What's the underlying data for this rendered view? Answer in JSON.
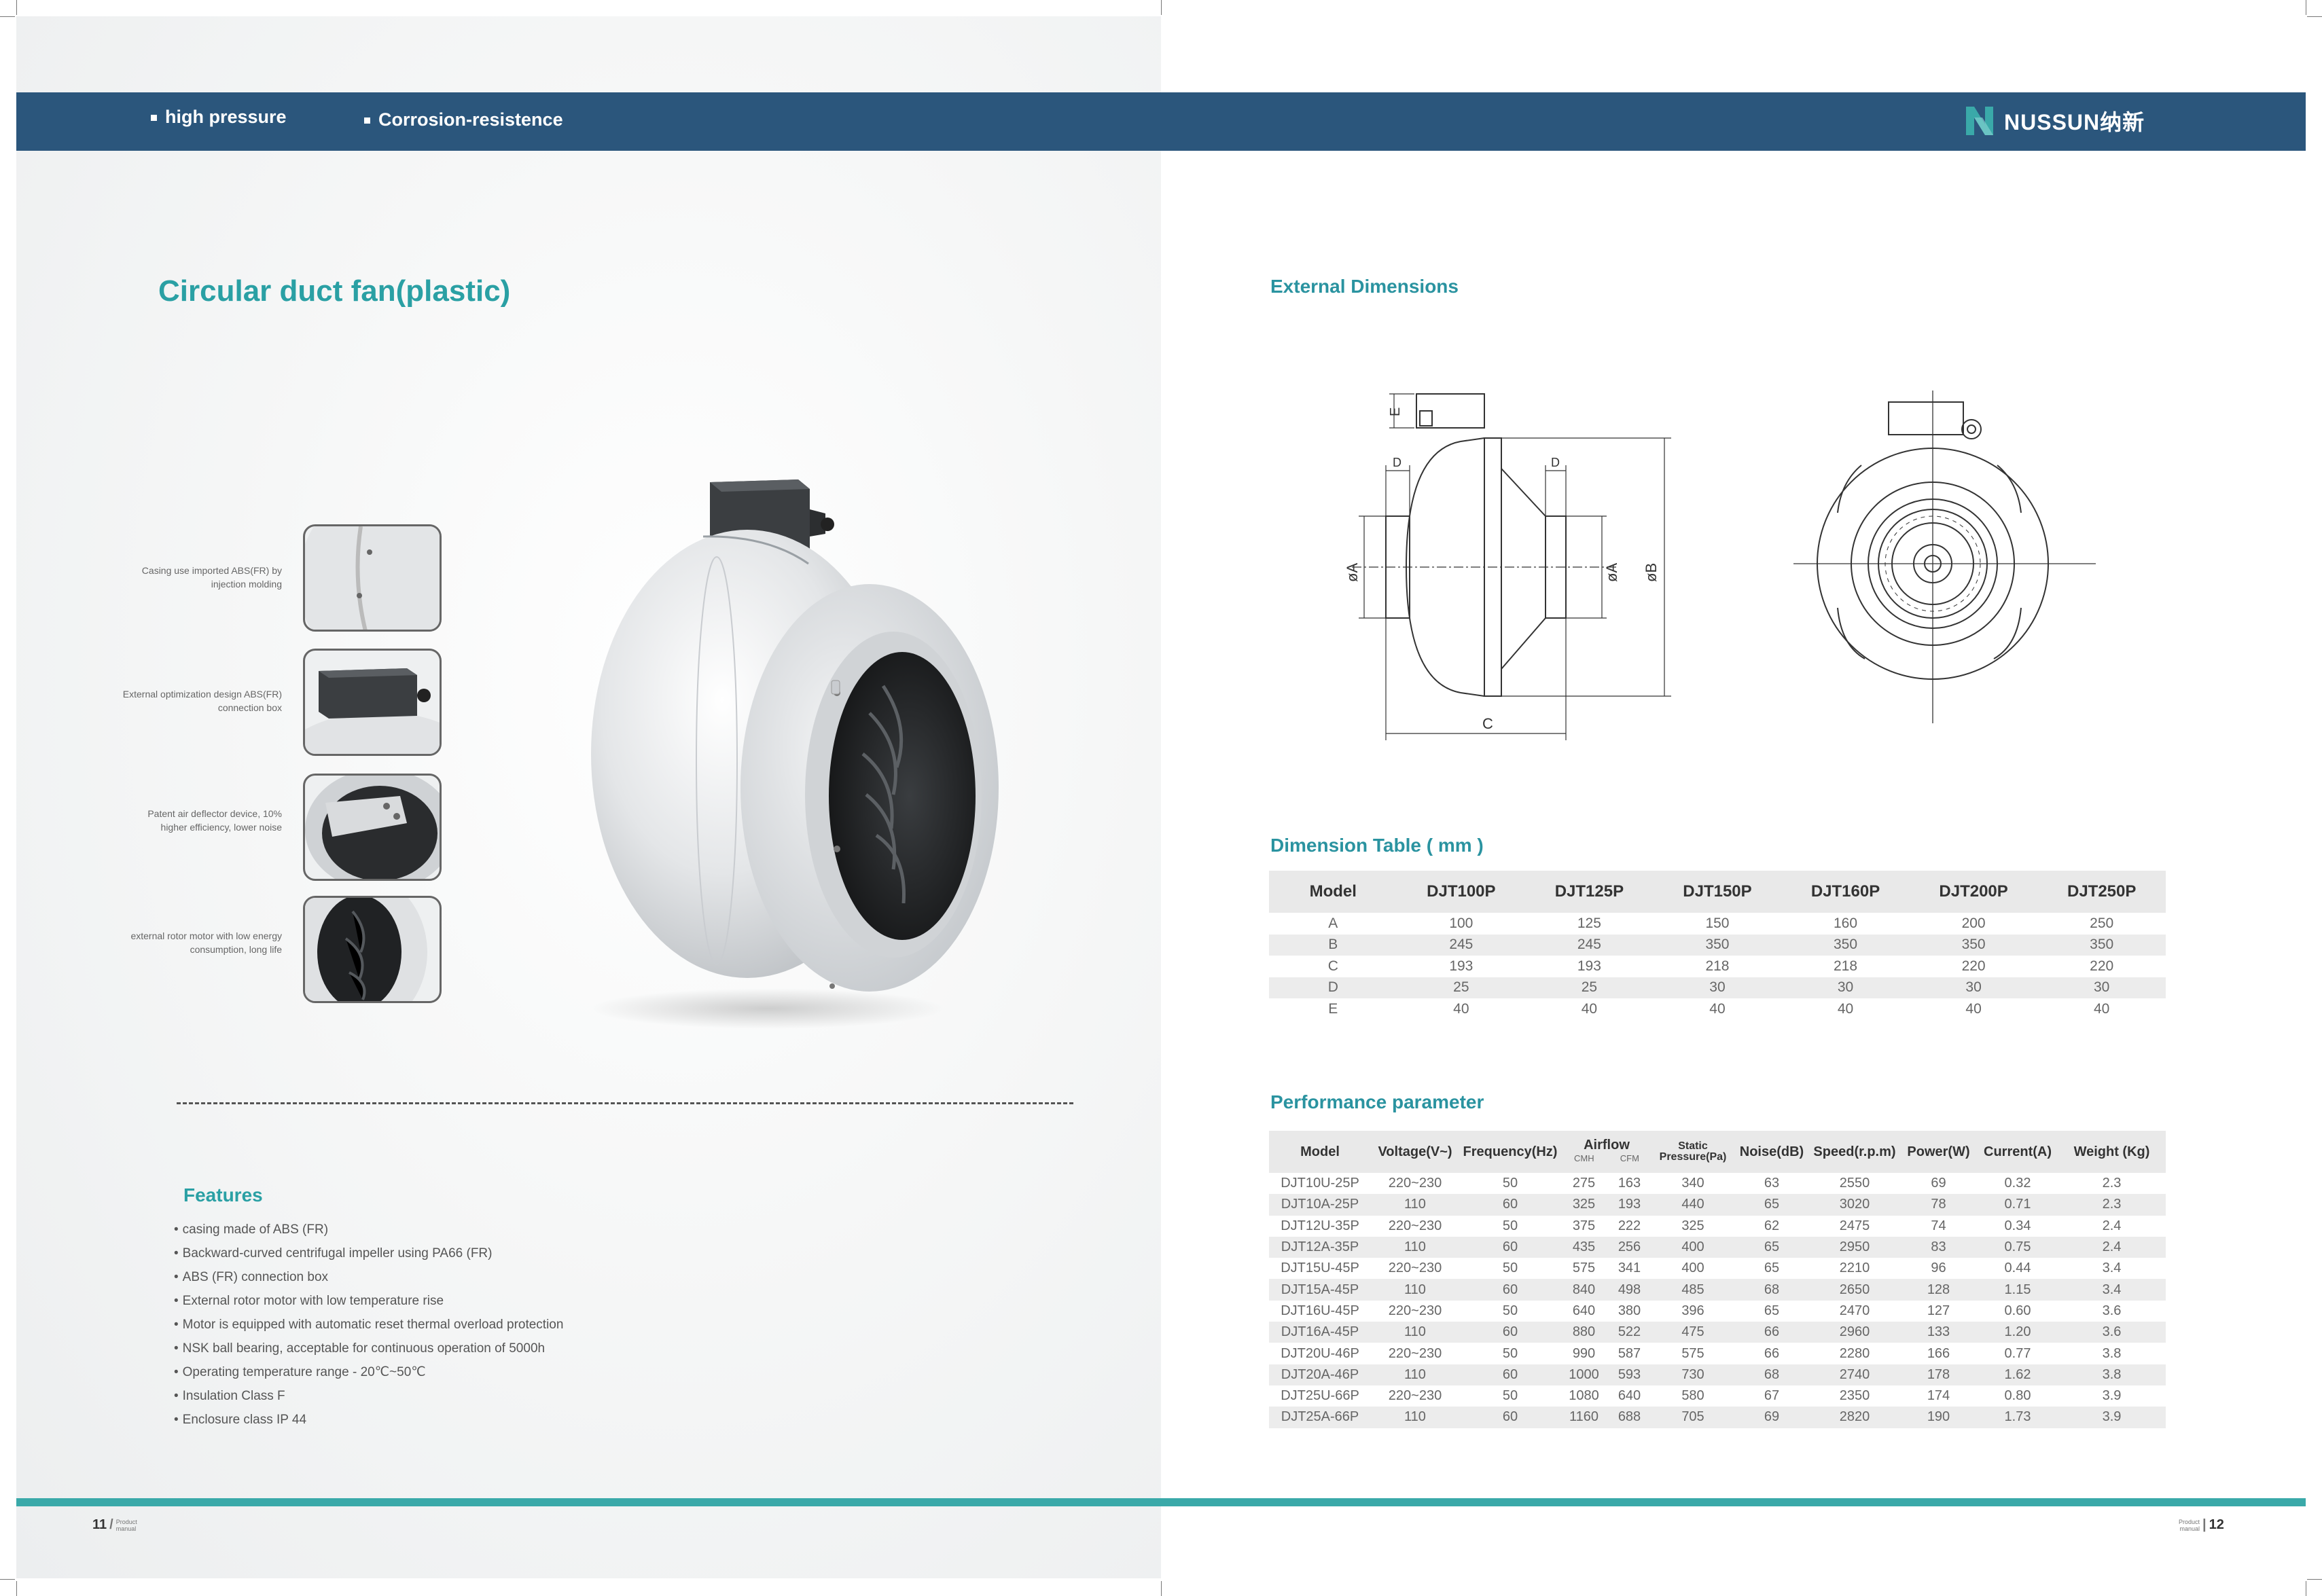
{
  "header": {
    "tags": [
      "high pressure",
      "Corrosion-resistence"
    ],
    "brand": "NUSSUN纳新"
  },
  "left_page": {
    "title": "Circular duct fan(plastic)",
    "callouts": [
      "Casing use imported ABS(FR) by injection molding",
      "External optimization design ABS(FR) connection box",
      "Patent air deflector device, 10% higher efficiency, lower noise",
      "external rotor motor with low energy consumption, long life"
    ],
    "features_heading": "Features",
    "features": [
      "casing made of ABS (FR)",
      "Backward-curved centrifugal impeller using PA66 (FR)",
      "ABS (FR) connection box",
      "External rotor motor with low temperature rise",
      "Motor is equipped with automatic reset thermal overload protection",
      "NSK ball bearing, acceptable for continuous operation of 5000h",
      "Operating temperature range - 20℃~50℃",
      "Insulation Class F",
      "Enclosure class IP 44"
    ],
    "page_number": "11",
    "page_label": "Product manual"
  },
  "right_page": {
    "external_heading": "External Dimensions",
    "drawing_labels": {
      "e": "E",
      "d": "D",
      "a": "øA",
      "b": "øB",
      "c": "C"
    },
    "dimension_heading": "Dimension Table ( mm )",
    "dimension_table": {
      "headers": [
        "Model",
        "DJT100P",
        "DJT125P",
        "DJT150P",
        "DJT160P",
        "DJT200P",
        "DJT250P"
      ],
      "rows": [
        [
          "A",
          "100",
          "125",
          "150",
          "160",
          "200",
          "250"
        ],
        [
          "B",
          "245",
          "245",
          "350",
          "350",
          "350",
          "350"
        ],
        [
          "C",
          "193",
          "193",
          "218",
          "218",
          "220",
          "220"
        ],
        [
          "D",
          "25",
          "25",
          "30",
          "30",
          "30",
          "30"
        ],
        [
          "E",
          "40",
          "40",
          "40",
          "40",
          "40",
          "40"
        ]
      ]
    },
    "performance_heading": "Performance parameter",
    "performance_table": {
      "headers": {
        "model": "Model",
        "voltage": "Voltage(V~)",
        "frequency": "Frequency(Hz)",
        "airflow": "Airflow",
        "cmh": "CMH",
        "cfm": "CFM",
        "static1": "Static",
        "static2": "Pressure(Pa)",
        "noise": "Noise(dB)",
        "speed": "Speed(r.p.m)",
        "power": "Power(W)",
        "current": "Current(A)",
        "weight": "Weight (Kg)"
      },
      "rows": [
        [
          "DJT10U-25P",
          "220~230",
          "50",
          "275",
          "163",
          "340",
          "63",
          "2550",
          "69",
          "0.32",
          "2.3"
        ],
        [
          "DJT10A-25P",
          "110",
          "60",
          "325",
          "193",
          "440",
          "65",
          "3020",
          "78",
          "0.71",
          "2.3"
        ],
        [
          "DJT12U-35P",
          "220~230",
          "50",
          "375",
          "222",
          "325",
          "62",
          "2475",
          "74",
          "0.34",
          "2.4"
        ],
        [
          "DJT12A-35P",
          "110",
          "60",
          "435",
          "256",
          "400",
          "65",
          "2950",
          "83",
          "0.75",
          "2.4"
        ],
        [
          "DJT15U-45P",
          "220~230",
          "50",
          "575",
          "341",
          "400",
          "65",
          "2210",
          "96",
          "0.44",
          "3.4"
        ],
        [
          "DJT15A-45P",
          "110",
          "60",
          "840",
          "498",
          "485",
          "68",
          "2650",
          "128",
          "1.15",
          "3.4"
        ],
        [
          "DJT16U-45P",
          "220~230",
          "50",
          "640",
          "380",
          "396",
          "65",
          "2470",
          "127",
          "0.60",
          "3.6"
        ],
        [
          "DJT16A-45P",
          "110",
          "60",
          "880",
          "522",
          "475",
          "66",
          "2960",
          "133",
          "1.20",
          "3.6"
        ],
        [
          "DJT20U-46P",
          "220~230",
          "50",
          "990",
          "587",
          "575",
          "66",
          "2280",
          "166",
          "0.77",
          "3.8"
        ],
        [
          "DJT20A-46P",
          "110",
          "60",
          "1000",
          "593",
          "730",
          "68",
          "2740",
          "178",
          "1.62",
          "3.8"
        ],
        [
          "DJT25U-66P",
          "220~230",
          "50",
          "1080",
          "640",
          "580",
          "67",
          "2350",
          "174",
          "0.80",
          "3.9"
        ],
        [
          "DJT25A-66P",
          "110",
          "60",
          "1160",
          "688",
          "705",
          "69",
          "2820",
          "190",
          "1.73",
          "3.9"
        ]
      ]
    },
    "page_number": "12",
    "page_label": "Product manual"
  }
}
